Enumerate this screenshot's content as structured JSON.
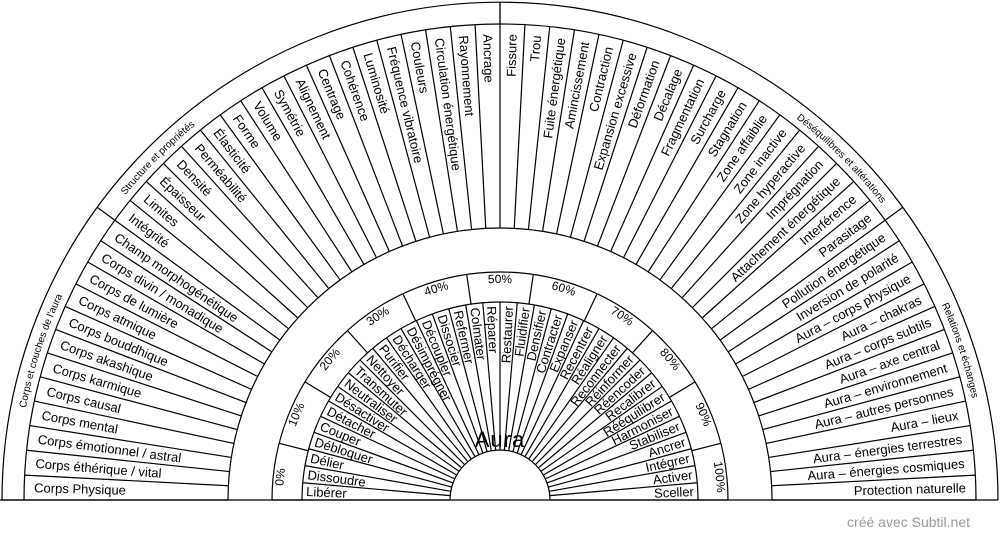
{
  "center_label": "Aura",
  "credit": "créé avec Subtil.net",
  "sections": {
    "layers_title": "Corps et couches de l'aura",
    "structure_title": "Structure et propriétés",
    "imbalance_title": "Déséquilibres et altérations",
    "relations_title": "Relations et échanges"
  },
  "percentages": [
    "0%",
    "10%",
    "20%",
    "30%",
    "40%",
    "50%",
    "60%",
    "70%",
    "80%",
    "90%",
    "100%"
  ],
  "actions": [
    "Libérer",
    "Dissoudre",
    "Délier",
    "Débloquer",
    "Couper",
    "Détacher",
    "Désactiver",
    "Neutraliser",
    "Transmuter",
    "Nettoyer",
    "Purifier",
    "Décharger",
    "Désimprégner",
    "Découpler",
    "Dissocier",
    "Refermer",
    "Colmater",
    "Réparer",
    "Restaurer",
    "Fluidifier",
    "Densifier",
    "Contracter",
    "Expanser",
    "Recentrer",
    "Réaligner",
    "Reconnecter",
    "Réinformer",
    "Réencoder",
    "Recalibrer",
    "Rééquilibrer",
    "Harmoniser",
    "Stabiliser",
    "Ancrer",
    "Intégrer",
    "Activer",
    "Sceller"
  ],
  "layers": [
    "Corps Physique",
    "Corps éthérique / vital",
    "Corps émotionnel / astral",
    "Corps mental",
    "Corps causal",
    "Corps karmique",
    "Corps akashique",
    "Corps bouddhique",
    "Corps atmique",
    "Corps de lumière",
    "Corps divin / monadique",
    "Champ morphogénétique"
  ],
  "structure": [
    "Intégrité",
    "Limites",
    "Épaisseur",
    "Densité",
    "Perméabilité",
    "Élasticité",
    "Forme",
    "Volume",
    "Symétrie",
    "Alignement",
    "Centrage",
    "Cohérence",
    "Luminosité",
    "Fréquence vibratoire",
    "Couleurs",
    "Circulation énergétique",
    "Rayonnement",
    "Ancrage"
  ],
  "imbalances": [
    "Fissure",
    "Trou",
    "Fuite énergétique",
    "Amincissement",
    "Contraction",
    "Expansion excessive",
    "Déformation",
    "Décalage",
    "Fragmentation",
    "Surcharge",
    "Stagnation",
    "Zone affaiblie",
    "Zone inactive",
    "Zone hyperactive",
    "Imprégnation",
    "Attachement énergétique",
    "Interférence",
    "Parasitage"
  ],
  "relations": [
    "Pollution énergétique",
    "Inversion de polarité",
    "Aura – corps physique",
    "Aura – chakras",
    "Aura – corps subtils",
    "Aura – axe central",
    "Aura – environnement",
    "Aura – autres personnes",
    "Aura – lieux",
    "Aura – énergies terrestres",
    "Aura – énergies cosmiques",
    "Protection naturelle"
  ]
}
